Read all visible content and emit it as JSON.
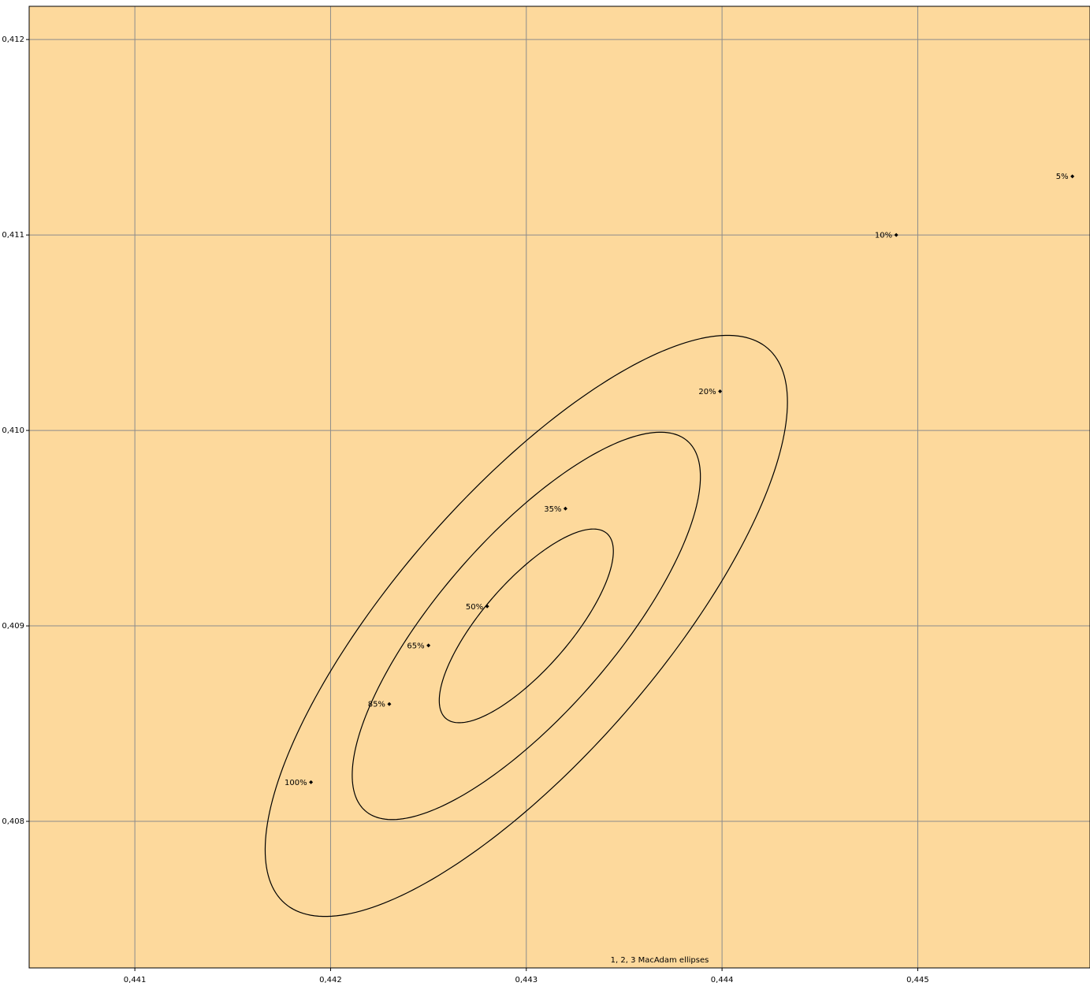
{
  "chart_data": {
    "type": "scatter",
    "xlim": [
      0.44046,
      0.44588
    ],
    "ylim": [
      0.40725,
      0.41217
    ],
    "x_ticks": [
      0.441,
      0.442,
      0.443,
      0.444,
      0.445
    ],
    "y_ticks": [
      0.408,
      0.409,
      0.41,
      0.411,
      0.412
    ],
    "x_tick_labels": [
      "0,441",
      "0,442",
      "0,443",
      "0,444",
      "0,445"
    ],
    "y_tick_labels": [
      "0,408",
      "0,409",
      "0,410",
      "0,411",
      "0,412"
    ],
    "grid": true,
    "annotation": "1, 2, 3  MacAdam ellipses",
    "series": [
      {
        "points": [
          {
            "x": 0.4419,
            "y": 0.4082,
            "label": "100%"
          },
          {
            "x": 0.4423,
            "y": 0.4086,
            "label": "85%"
          },
          {
            "x": 0.4425,
            "y": 0.4089,
            "label": "65%"
          },
          {
            "x": 0.4428,
            "y": 0.4091,
            "label": "50%"
          },
          {
            "x": 0.4432,
            "y": 0.4096,
            "label": "35%"
          },
          {
            "x": 0.44399,
            "y": 0.4102,
            "label": "20%"
          },
          {
            "x": 0.44489,
            "y": 0.411,
            "label": "10%"
          },
          {
            "x": 0.44579,
            "y": 0.4113,
            "label": "5%"
          }
        ]
      }
    ],
    "ellipses": {
      "center": [
        0.443,
        0.409
      ],
      "semi_axes_1step": [
        0.000627,
        0.000224
      ],
      "rotation_deg": 49,
      "steps": [
        1,
        2,
        3
      ]
    },
    "colors": {
      "plot_background": "#fdd99c",
      "grid": "#8c8c8c",
      "curve": "#000000",
      "marker": "#000000"
    }
  }
}
